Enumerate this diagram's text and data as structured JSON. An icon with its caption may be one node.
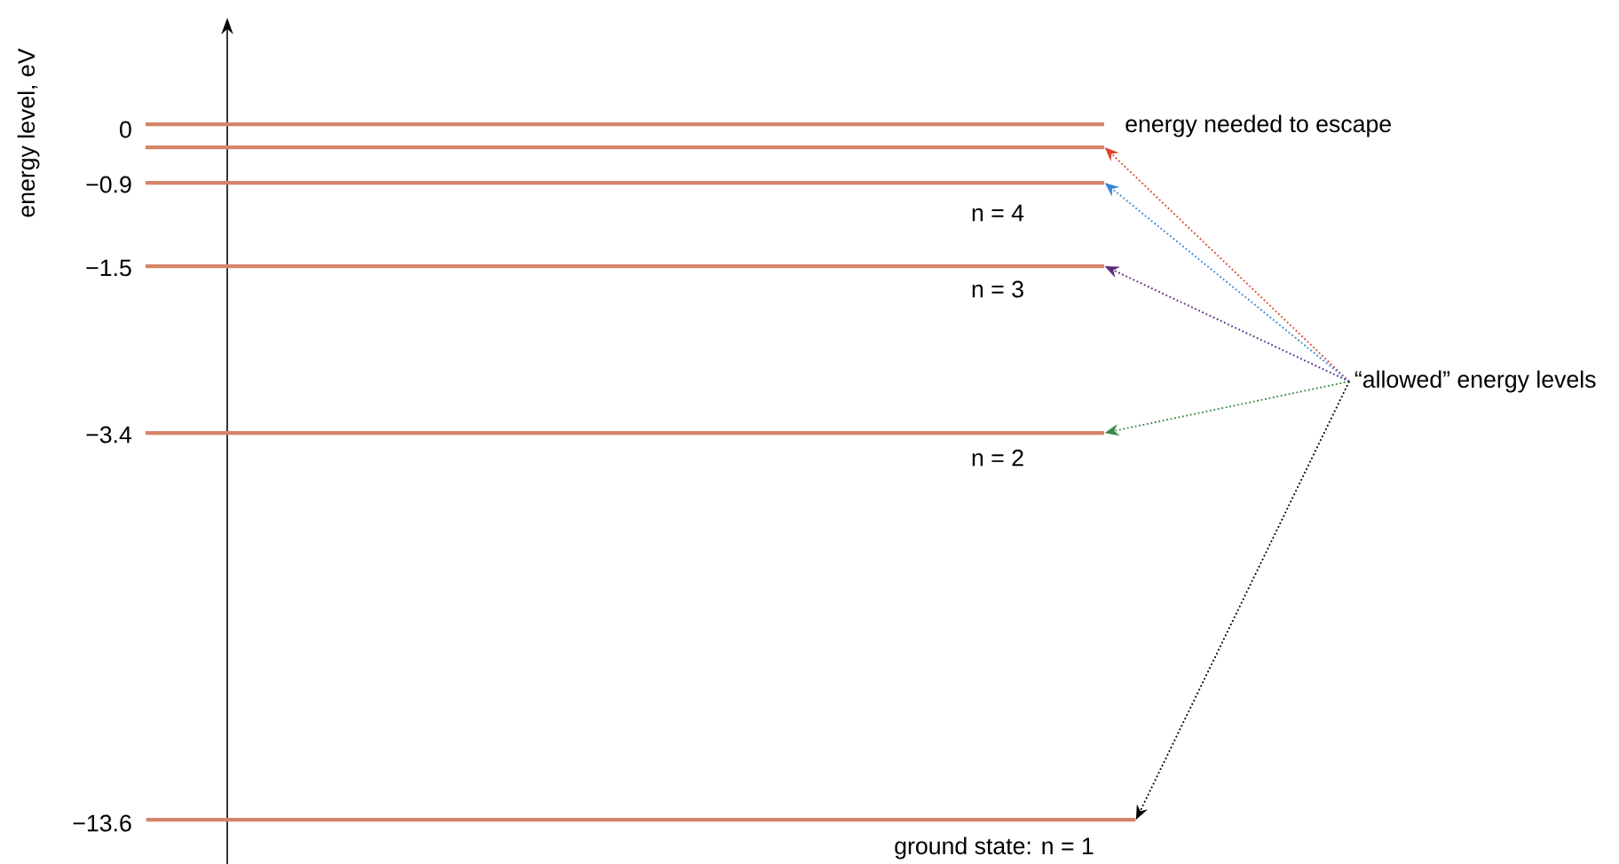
{
  "diagram": {
    "nodes": [
      {
        "text": [],
        "shape": "bar",
        "beside": [
          "0",
          "energy needed to escape"
        ]
      },
      {
        "text": [],
        "shape": "bar"
      },
      {
        "text": [],
        "shape": "bar",
        "beside": [
          "−0.9",
          "n = 4"
        ]
      },
      {
        "text": [],
        "shape": "bar",
        "beside": [
          "−1.5",
          "n = 3"
        ]
      },
      {
        "text": [
          "“allowed” energy levels"
        ]
      },
      {
        "text": [],
        "shape": "bar",
        "beside": [
          "−3.4",
          "n = 2"
        ]
      },
      {
        "text": [],
        "shape": "bar",
        "beside": [
          "−13.6",
          "ground state: n = 1"
        ]
      }
    ],
    "edges": [
      {
        "from": 4,
        "to": 1,
        "arrow": "to",
        "style": "dashed",
        "color": "#d9482f"
      },
      {
        "from": 4,
        "to": 2,
        "arrow": "to",
        "style": "dashed",
        "color": "#3a86d8"
      },
      {
        "from": 4,
        "to": 3,
        "arrow": "to",
        "style": "dashed",
        "color": "#5a2d82"
      },
      {
        "from": 4,
        "to": 5,
        "arrow": "to",
        "style": "dashed",
        "color": "#3a8a4a"
      },
      {
        "from": 4,
        "to": 6,
        "arrow": "to",
        "style": "dashed",
        "color": "#000000"
      }
    ],
    "labels": [
      "energy level, eV"
    ]
  }
}
